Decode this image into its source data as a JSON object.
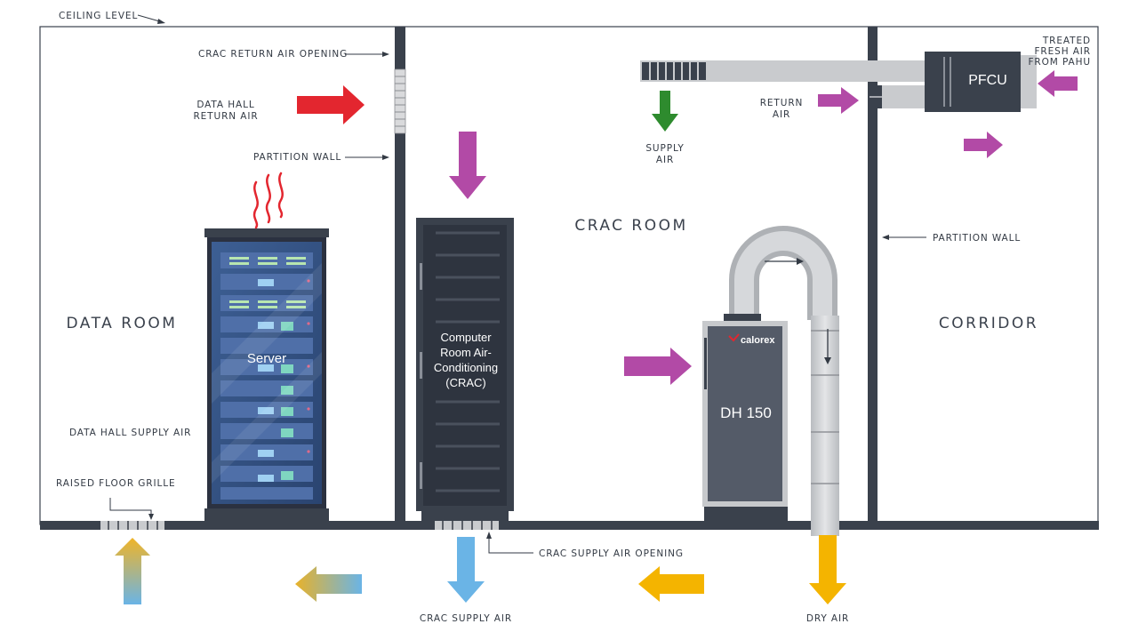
{
  "labels": {
    "ceiling_level": "CEILING LEVEL",
    "crac_return_air_opening": "CRAC RETURN AIR OPENING",
    "data_hall_return_air_1": "DATA HALL",
    "data_hall_return_air_2": "RETURN AIR",
    "partition_wall_left": "PARTITION WALL",
    "partition_wall_right": "PARTITION WALL",
    "supply_air_1": "SUPPLY",
    "supply_air_2": "AIR",
    "return_air_1": "RETURN",
    "return_air_2": "AIR",
    "treated_fresh_air_1": "TREATED",
    "treated_fresh_air_2": "FRESH AIR",
    "treated_fresh_air_3": "FROM PAHU",
    "data_hall_supply_air": "DATA HALL SUPPLY AIR",
    "raised_floor_grille": "RAISED FLOOR GRILLE",
    "crac_supply_air_opening": "CRAC SUPPLY AIR OPENING",
    "crac_supply_air": "CRAC SUPPLY AIR",
    "dry_air": "DRY AIR"
  },
  "rooms": {
    "data_room": "DATA ROOM",
    "crac_room": "CRAC ROOM",
    "corridor": "CORRIDOR"
  },
  "equipment": {
    "server": "Server",
    "crac_line1": "Computer",
    "crac_line2": "Room Air-",
    "crac_line3": "Conditioning",
    "crac_line4": "(CRAC)",
    "pfcu": "PFCU",
    "brand": "calorex",
    "dehumidifier": "DH 150"
  },
  "colors": {
    "wall": "#3a414c",
    "hot_air": "#e3262f",
    "return_air": "#b24aa6",
    "supply_air_green": "#2e8b2e",
    "cool_air": "#6ab4e6",
    "dry_air": "#f4b400",
    "duct": "#c9cbce"
  }
}
